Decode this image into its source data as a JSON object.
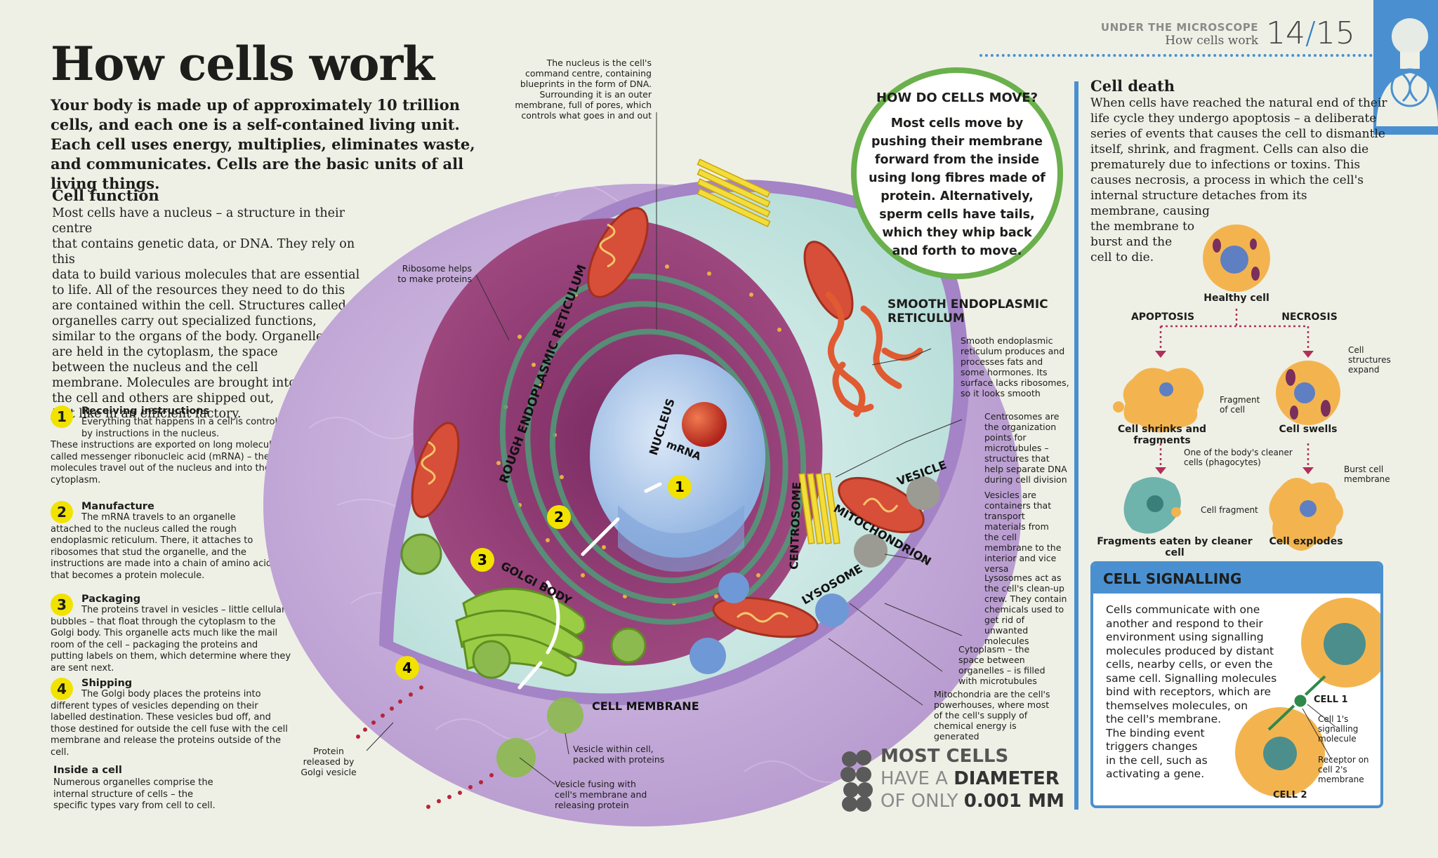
{
  "header": {
    "section": "UNDER THE MICROSCOPE",
    "subtitle": "How cells work",
    "page_left": "14",
    "slash": "/",
    "page_right": "15"
  },
  "title": "How cells work",
  "intro": "Your body is made up of approximately 10 trillion cells, and each one is a self-contained living unit. Each cell uses energy, multiplies, eliminates waste, and communicates. Cells are the basic units of all living things.",
  "cell_function": {
    "heading": "Cell function",
    "lines": [
      "Most cells have a nucleus – a structure in their centre",
      "that contains genetic data, or DNA. They rely on this",
      "data to build various molecules that are essential",
      "to life. All of the resources they need to do this",
      "are contained within the cell. Structures called",
      "organelles carry out specialized functions,",
      "similar to the organs of the body. Organelles",
      "are held in the cytoplasm, the space",
      "between the nucleus and the cell",
      "membrane. Molecules are brought into",
      "the cell and others are shipped out,",
      "just like in an efficient factory."
    ]
  },
  "steps": [
    {
      "num": "1",
      "head": "Receiving instructions",
      "text": "Everything that happens in a cell is controlled by instructions in the nucleus.",
      "text2": "These instructions are exported on long molecules called messenger ribonucleic acid (mRNA) – these molecules travel out of the nucleus and into the cytoplasm."
    },
    {
      "num": "2",
      "head": "Manufacture",
      "text": "The mRNA travels to an organelle",
      "text2": "attached to the nucleus called the rough endoplasmic reticulum. There, it attaches to ribosomes that stud the organelle, and the instructions are made into a chain of amino acids that becomes a protein molecule."
    },
    {
      "num": "3",
      "head": "Packaging",
      "text": "The proteins travel in vesicles – little cellular",
      "text2": "bubbles – that float through the cytoplasm to the Golgi body. This organelle acts much like the mail room of the cell – packaging the proteins and putting labels on them, which determine where they are sent next."
    },
    {
      "num": "4",
      "head": "Shipping",
      "text": "The Golgi body places the proteins into",
      "text2": "different types of vesicles depending on their labelled destination. These vesicles bud off, and those destined for outside the cell fuse with the cell membrane and release the proteins outside of the cell."
    }
  ],
  "inside_cell": {
    "head": "Inside a cell",
    "text": "Numerous organelles comprise the internal structure of cells – the specific types vary from cell to cell."
  },
  "diagram_labels": {
    "nucleus_note": "The nucleus is the cell's command centre, containing blueprints in the form of DNA. Surrounding it is an outer membrane, full of pores, which controls what goes in and out",
    "ribosome_note": "Ribosome helps to make proteins",
    "rough_er": "ROUGH ENDOPLASMIC RETICULUM",
    "nucleus": "NUCLEUS",
    "mrna": "mRNA",
    "golgi": "GOLGI BODY",
    "cell_membrane": "CELL MEMBRANE",
    "centrosome": "CENTROSOME",
    "mitochondrion": "MITOCHONDRION",
    "vesicle": "VESICLE",
    "lysosome": "LYSOSOME",
    "smooth_er": "SMOOTH ENDOPLASMIC RETICULUM",
    "smooth_er_note": "Smooth endoplasmic reticulum produces and processes fats and some hormones. Its surface lacks ribosomes, so it looks smooth",
    "centrosome_note": "Centrosomes are the organization points for microtubules – structures that help separate DNA during cell division",
    "vesicle_note": "Vesicles are containers that transport materials from the cell membrane to the interior and vice versa",
    "lysosome_note": "Lysosomes act as the cell's clean-up crew. They contain chemicals used to get rid of unwanted molecules",
    "cytoplasm_note": "Cytoplasm – the space between organelles – is filled with microtubules",
    "mito_note": "Mitochondria are the cell's powerhouses, where most of the cell's supply of chemical energy is generated",
    "protein_note": "Protein released by Golgi vesicle",
    "vesicle_within": "Vesicle within cell, packed with proteins",
    "vesicle_fusing": "Vesicle fusing with cell's membrane and releasing protein",
    "step_markers": [
      "1",
      "2",
      "3",
      "4"
    ]
  },
  "move_box": {
    "title": "HOW DO CELLS MOVE?",
    "text": "Most cells move by pushing their membrane forward from the inside using long fibres made of protein. Alternatively, sperm cells have tails, which they whip back and forth to move."
  },
  "cell_death": {
    "heading": "Cell death",
    "lines": [
      "When cells have reached the natural end of their",
      "life cycle they undergo apoptosis – a deliberate",
      "series of events that causes the cell to dismantle",
      "itself, shrink, and fragment. Cells can also die",
      "prematurely due to infections or toxins. This",
      "causes necrosis, a process in which the cell's",
      "internal structure detaches from its",
      "membrane, causing",
      "the membrane to",
      "burst and the",
      "cell to die."
    ],
    "healthy": "Healthy cell",
    "apoptosis": "APOPTOSIS",
    "necrosis": "NECROSIS",
    "shrinks": "Cell shrinks and fragments",
    "swells": "Cell swells",
    "fragment": "Fragment of cell",
    "expand": "Cell structures expand",
    "phagocytes": "One of the body's cleaner cells (phagocytes)",
    "cell_fragment": "Cell fragment",
    "burst": "Burst cell membrane",
    "eaten": "Fragments eaten by cleaner cell",
    "explodes": "Cell explodes"
  },
  "signalling": {
    "heading": "CELL SIGNALLING",
    "lines": [
      "Cells communicate with one",
      "another and respond to their",
      "environment using signalling",
      "molecules produced by distant",
      "cells, nearby cells, or even the",
      "same cell. Signalling molecules",
      "bind with receptors, which are",
      "themselves molecules, on",
      "the cell's membrane.",
      "The binding event",
      "triggers changes",
      "in the cell, such as",
      "activating a gene."
    ],
    "cell1": "CELL 1",
    "cell2": "CELL 2",
    "cell1_note": "Cell 1's signalling molecule",
    "receptor_note": "Receptor on cell 2's membrane"
  },
  "diameter": {
    "line1": "MOST CELLS",
    "line2a": "HAVE A ",
    "line2b": "DIAMETER",
    "line3a": "OF ONLY ",
    "line3b": "0.001 MM"
  },
  "colors": {
    "accent_blue": "#4a90d0",
    "step_yellow": "#f2e200",
    "move_green": "#6ab04c",
    "cell_purple": "#c9b3dc",
    "death_arrow": "#b0305a"
  },
  "icons": [
    "dna-person-icon",
    "arrow-down-icon",
    "cell-cluster-icon"
  ]
}
